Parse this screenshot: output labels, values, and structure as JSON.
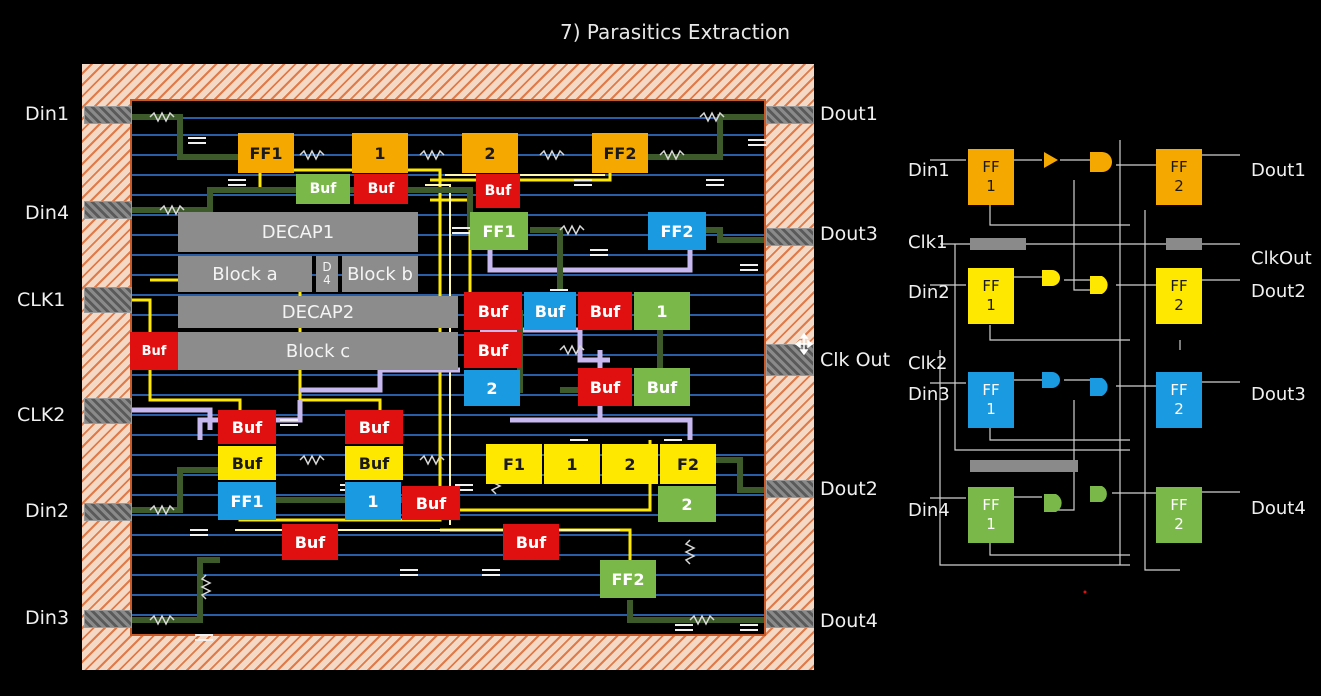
{
  "title": "7) Parasitics Extraction",
  "layout_pins": {
    "left": [
      "Din1",
      "Din4",
      "CLK1",
      "CLK2",
      "Din2",
      "Din3"
    ],
    "right": [
      "Dout1",
      "Dout3",
      "Clk Out",
      "Dout2",
      "Dout4"
    ]
  },
  "layout_cells": {
    "orange": [
      "FF1",
      "1",
      "2",
      "FF2"
    ],
    "blocks": [
      "DECAP1",
      "Block a",
      "D 4",
      "Block b",
      "DECAP2",
      "Block c"
    ],
    "green": [
      "Buf",
      "FF1",
      "1",
      "Buf",
      "2",
      "FF2"
    ],
    "blue": [
      "FF2",
      "Buf",
      "2",
      "FF1",
      "1"
    ],
    "red": [
      "Buf",
      "Buf",
      "Buf",
      "Buf",
      "Buf",
      "Buf",
      "Buf",
      "Buf",
      "Buf",
      "Buf",
      "Buf",
      "Buf"
    ],
    "yellow": [
      "Buf",
      "Buf",
      "F1",
      "1",
      "2",
      "F2"
    ]
  },
  "schematic": {
    "left_labels": [
      "Din1",
      "Clk1",
      "Din2",
      "Clk2",
      "Din3",
      "Din4"
    ],
    "right_labels": [
      "Dout1",
      "ClkOut",
      "Dout2",
      "Dout3",
      "Dout4"
    ],
    "ff1_text": [
      "FF",
      "1"
    ],
    "ff2_text": [
      "FF",
      "2"
    ]
  },
  "colors": {
    "orange": "#f5a800",
    "red": "#e01010",
    "green": "#7bb84a",
    "blue": "#1a9ae0",
    "yellow": "#ffe800",
    "gray": "#8c8c8c"
  }
}
